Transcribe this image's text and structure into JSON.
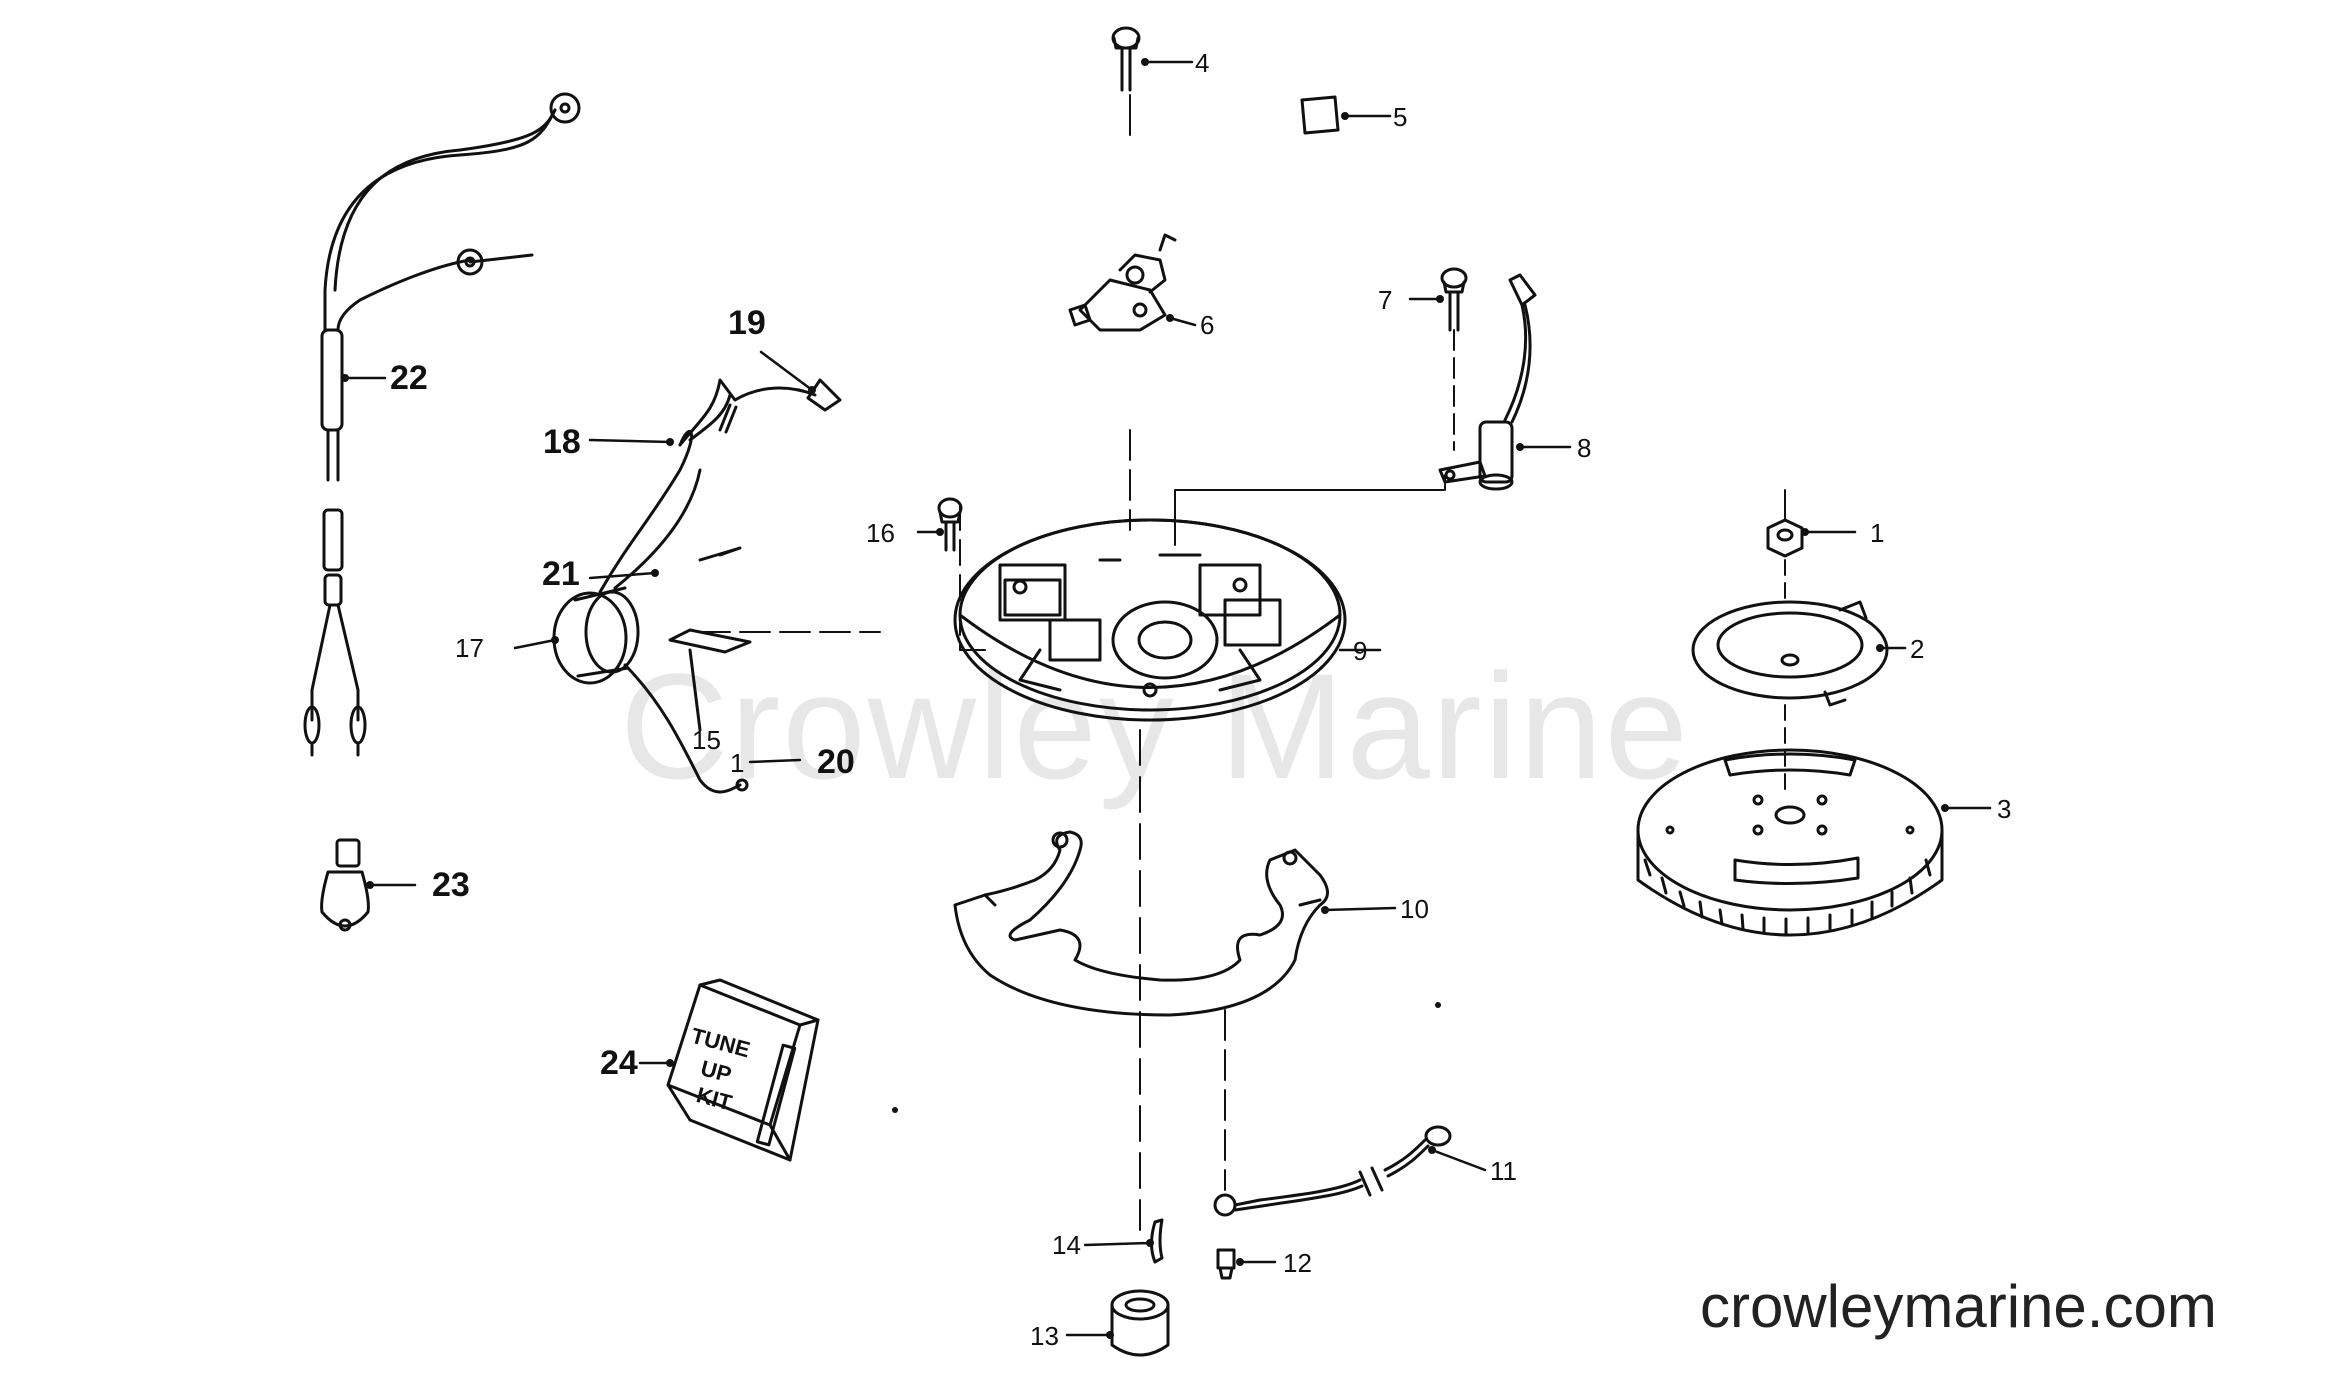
{
  "watermark": "Crowley Marine",
  "site_url": "crowleymarine.com",
  "kit_label": {
    "line1": "TUNE",
    "line2": "UP",
    "line3": "KIT"
  },
  "callouts": {
    "n1": "1",
    "n2": "2",
    "n3": "3",
    "n4": "4",
    "n5": "5",
    "n6": "6",
    "n7": "7",
    "n8": "8",
    "n9": "9",
    "n10": "10",
    "n11": "11",
    "n12": "12",
    "n13": "13",
    "n14": "14",
    "n15": "15",
    "n16": "16",
    "n17": "17",
    "n18": "18",
    "n19": "19",
    "n20": "20",
    "n21": "21",
    "n22": "22",
    "n23": "23",
    "n24": "24",
    "n20_prefix": "1"
  }
}
